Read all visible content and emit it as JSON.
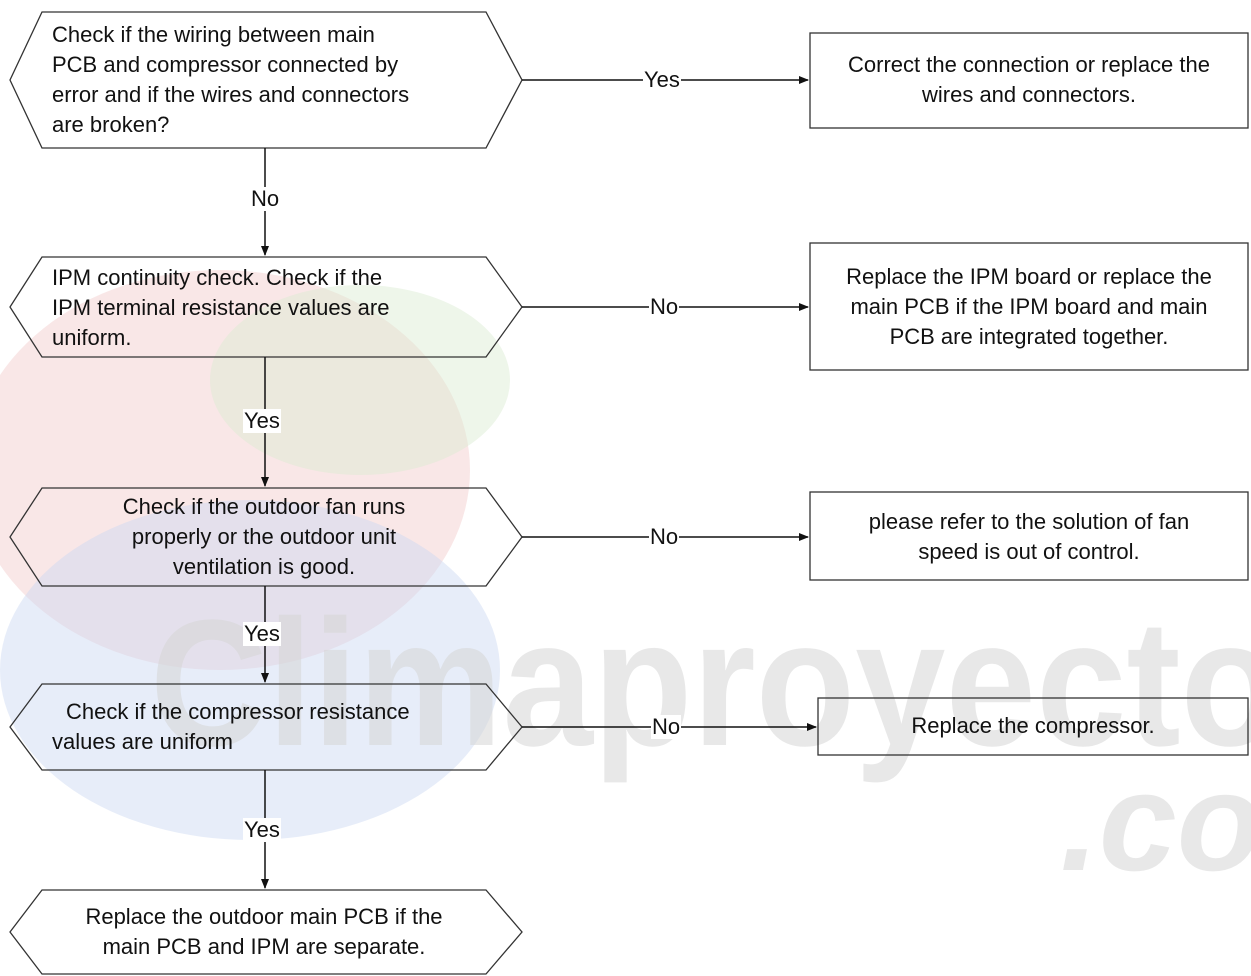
{
  "watermark": {
    "brand": "Climaproyecto",
    "suffix": ".co",
    "colors": {
      "red": "#e05a5a",
      "green": "#a6cf8c",
      "blue": "#6e8fd8",
      "gray": "#bfbfbf"
    }
  },
  "flowchart": {
    "decisions": [
      {
        "id": "d1",
        "lines": [
          "Check if the wiring between main",
          "PCB and compressor connected by",
          "error and if the wires and connectors",
          "are broken?"
        ]
      },
      {
        "id": "d2",
        "lines": [
          "IPM continuity check. Check if the",
          "IPM terminal resistance values are",
          "uniform."
        ]
      },
      {
        "id": "d3",
        "lines": [
          "Check if the outdoor fan runs",
          "properly or the outdoor unit",
          "ventilation is good."
        ]
      },
      {
        "id": "d4",
        "lines": [
          "Check if the compressor resistance",
          "values are uniform"
        ]
      },
      {
        "id": "d5",
        "lines": [
          "Replace the outdoor main PCB if the",
          "main PCB and IPM are separate."
        ]
      }
    ],
    "actions": [
      {
        "id": "a1",
        "lines": [
          "Correct the connection or replace the",
          "wires and connectors."
        ]
      },
      {
        "id": "a2",
        "lines": [
          "Replace the IPM board or replace the",
          "main PCB if the IPM board and main",
          "PCB are integrated together."
        ]
      },
      {
        "id": "a3",
        "lines": [
          "please refer to the solution of fan",
          "speed is out of control."
        ]
      },
      {
        "id": "a4",
        "lines": [
          "Replace the compressor."
        ]
      }
    ],
    "edges": [
      {
        "id": "e1",
        "label": "Yes"
      },
      {
        "id": "e2",
        "label": "No"
      },
      {
        "id": "e3",
        "label": "No"
      },
      {
        "id": "e4",
        "label": "Yes"
      },
      {
        "id": "e5",
        "label": "No"
      },
      {
        "id": "e6",
        "label": "Yes"
      },
      {
        "id": "e7",
        "label": "No"
      },
      {
        "id": "e8",
        "label": "Yes"
      }
    ]
  }
}
